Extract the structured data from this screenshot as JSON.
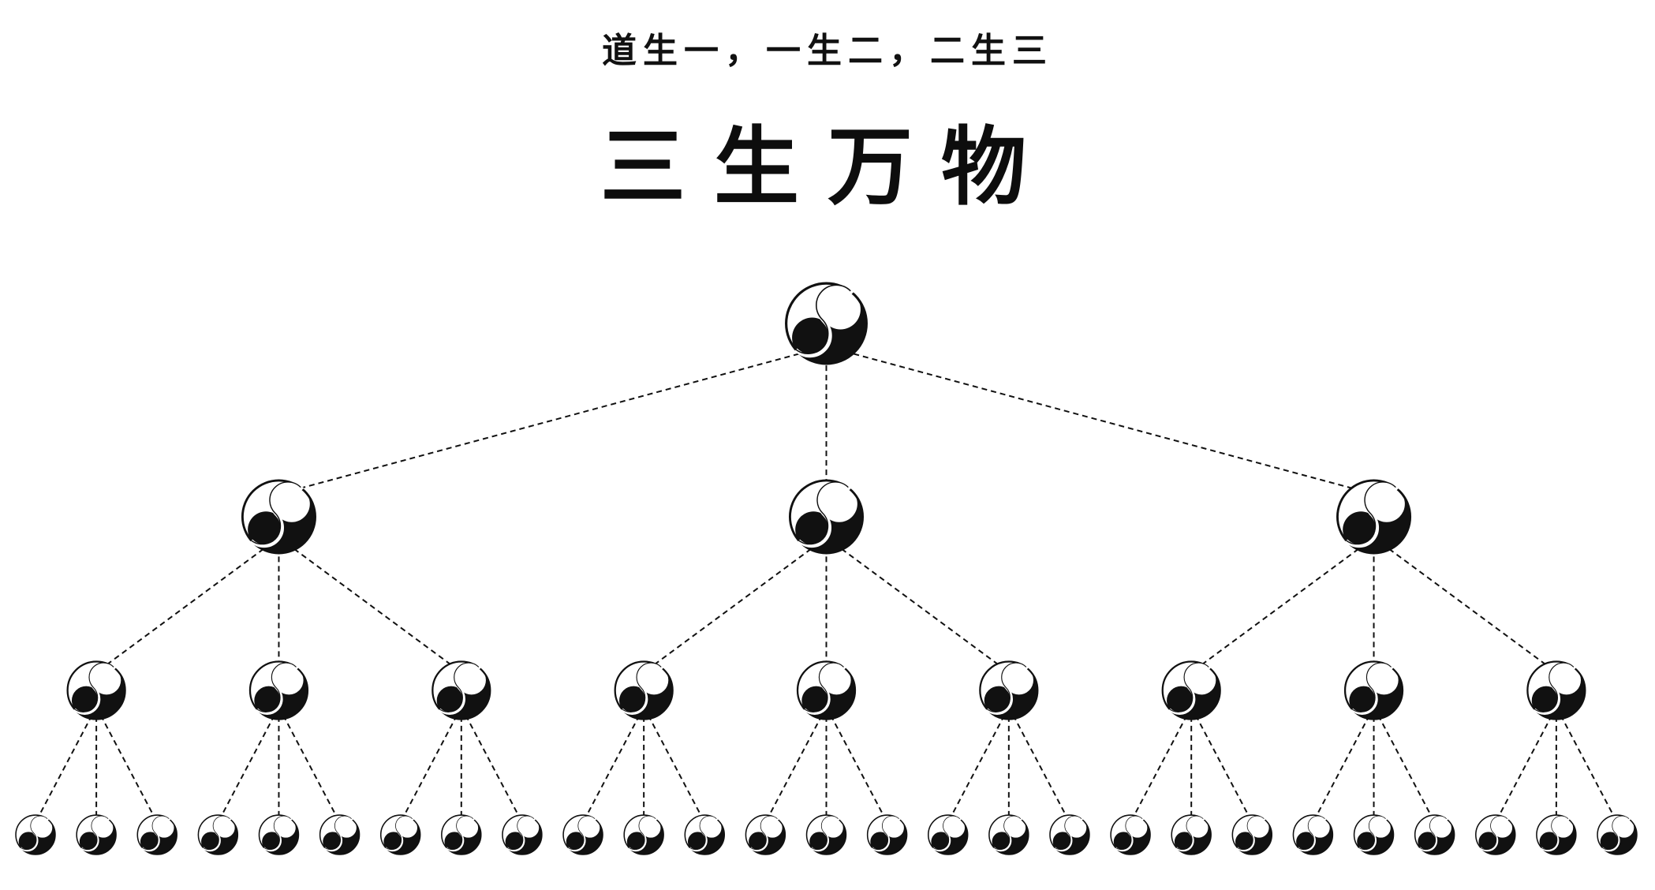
{
  "header": {
    "subtitle": "道生一，一生二，二生三",
    "title": "三生万物"
  },
  "tree": {
    "levels": 4,
    "branching": 3,
    "node_icon": "yin-yang-icon",
    "connector_style": "dashed"
  },
  "colors": {
    "ink": "#111111",
    "background": "#ffffff"
  }
}
